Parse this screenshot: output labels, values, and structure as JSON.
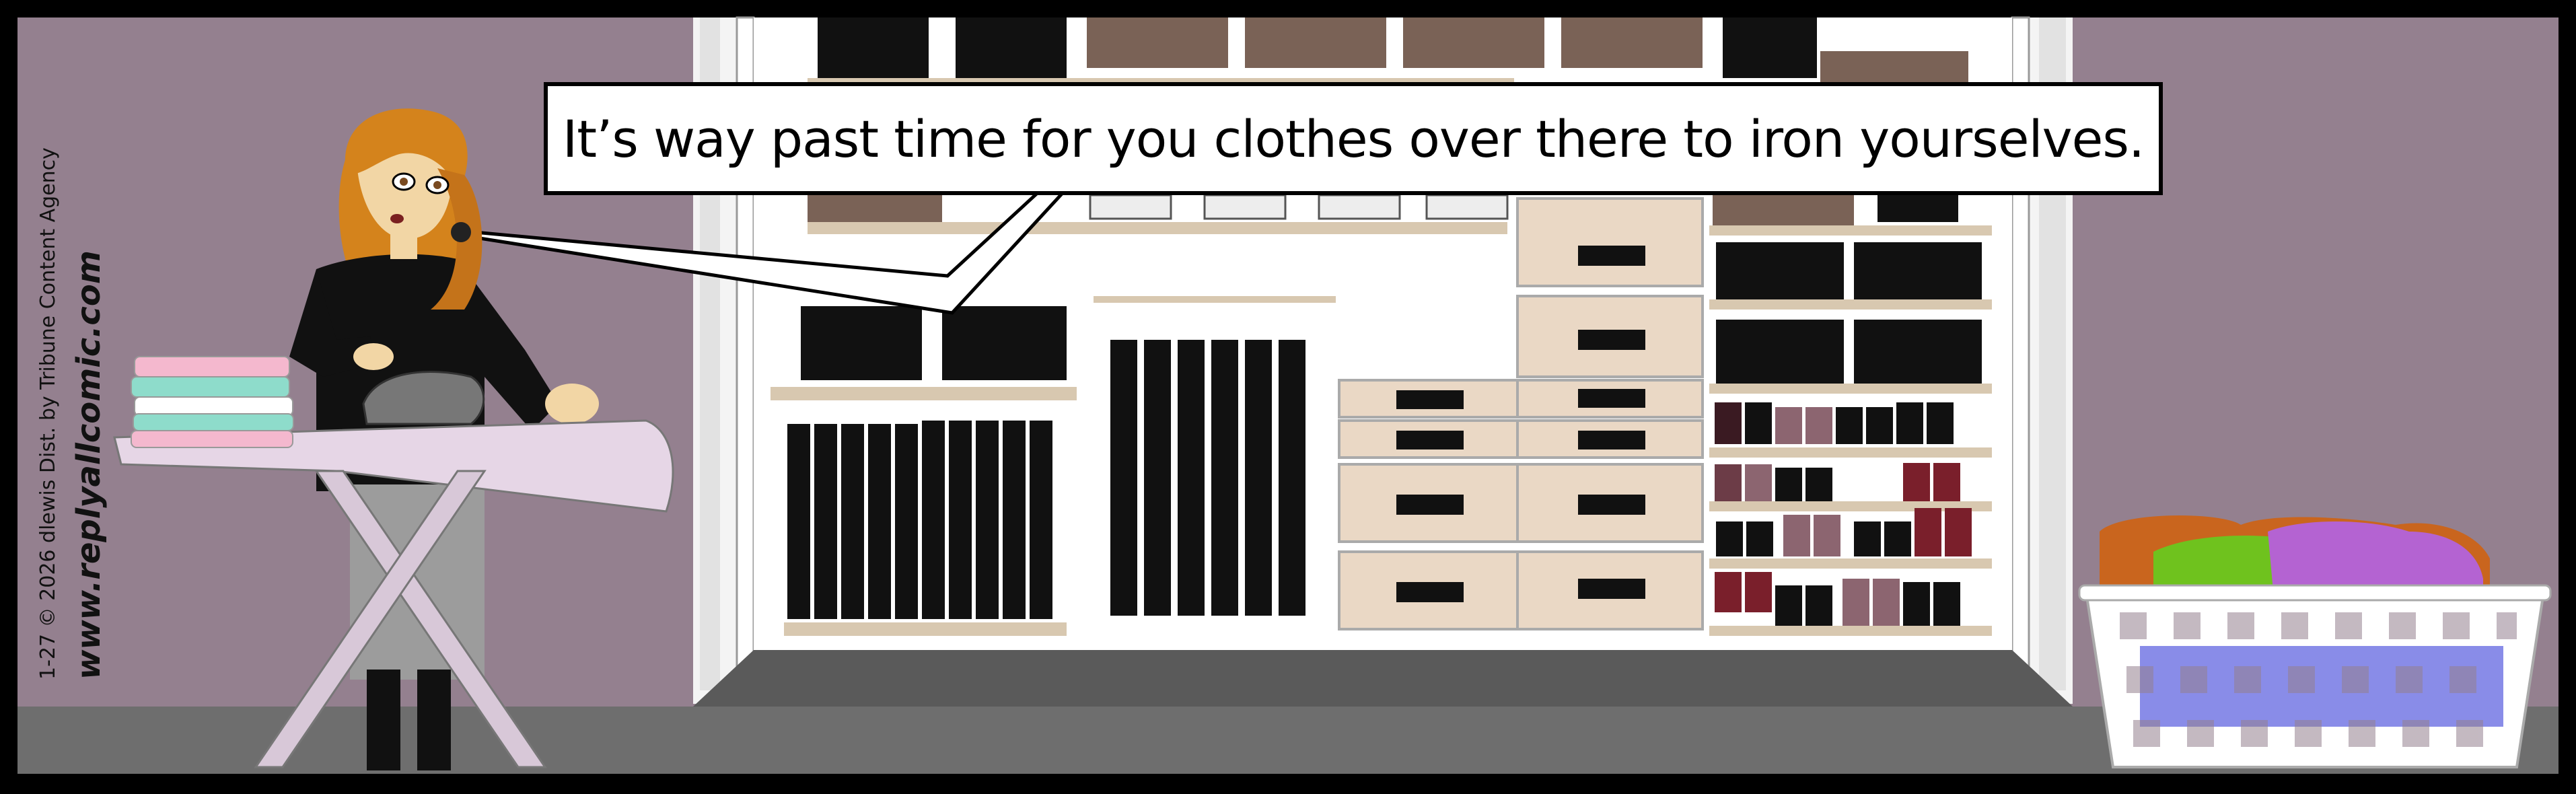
{
  "caption": "It’s way past time for you clothes over there to iron yourselves.",
  "credit": "1-27  © 2026 dlewis  Dist. by Tribune Content Agency",
  "website": "www.replyallcomic.com",
  "colors": {
    "wall": "#94808F",
    "floor": "#6E6E6E",
    "closet_inner": "#FFFFFF",
    "drawer": "#EAD8C5",
    "ironing_board": "#E6D6E6",
    "hair": "#D4831C",
    "laundry_orange": "#C9651E",
    "laundry_green": "#6FC21E",
    "laundry_purple": "#B463D2",
    "folded_pink": "#F4B8CE",
    "folded_teal": "#8EDCCB"
  }
}
